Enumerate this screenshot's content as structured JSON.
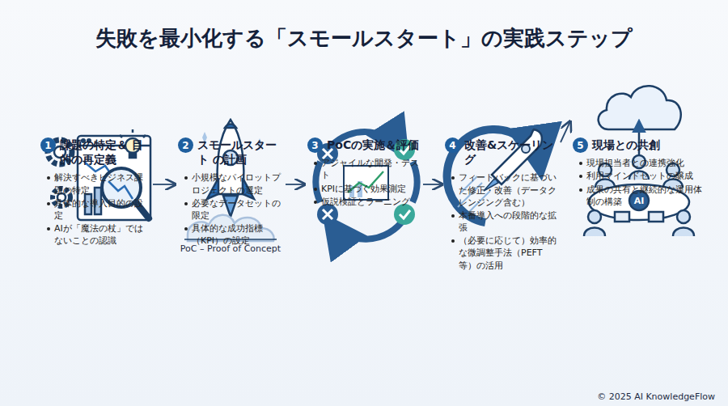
{
  "diagram": {
    "title": "失敗を最小化する「スモールスタート」の実践ステップ",
    "nodes": [
      {
        "text": [
          "課題の特定＆ 目的の再定義",
          "解決すべきビジネス課題の特定",
          "具体的な導入目的の設定",
          "AIが「魔法の杖」ではないことの認識"
        ]
      },
      {
        "text": [
          "1"
        ],
        "in": 0
      },
      {
        "text": [
          "スモールスタート の計画",
          "小規模なパイロットプロジェクトの選定",
          "必要なデータセットの限定",
          "具体的な成功指標（KPI）の設定"
        ]
      },
      {
        "text": [
          "2"
        ],
        "in": 2
      },
      {
        "text": [
          "PoCの実施＆評価",
          "アジャイルな開発・テスト",
          "KPIに基づく効果測定",
          "仮説検証とラーニング"
        ]
      },
      {
        "text": [
          "3"
        ],
        "in": 4
      },
      {
        "text": [
          "改善&スケーリング",
          "フィードバックに基づいた修正・改善（データクレンジング含む）",
          "本番導入への段階的な拡張",
          "（必要に応じて）効率的な微調整手法（PEFT等）の活用"
        ]
      },
      {
        "text": [
          "4"
        ],
        "in": 6
      },
      {
        "text": [
          "現場との共創",
          "現場担当者との連携強化",
          "利用マインドセットの醸成",
          "成果の共有と継続的な運用体制の構築"
        ]
      },
      {
        "text": [
          "5"
        ],
        "in": 8
      }
    ],
    "edges": [
      {
        "from": 0,
        "to": 2,
        "arrow": "to"
      },
      {
        "from": 2,
        "to": 4,
        "arrow": "to"
      },
      {
        "from": 4,
        "to": 6,
        "arrow": "to"
      },
      {
        "from": 6,
        "to": 8,
        "arrow": "to"
      }
    ],
    "labels": [
      "PoC – Proof of Concept",
      "AI",
      "© 2025 AI KnowledgeFlow"
    ]
  }
}
